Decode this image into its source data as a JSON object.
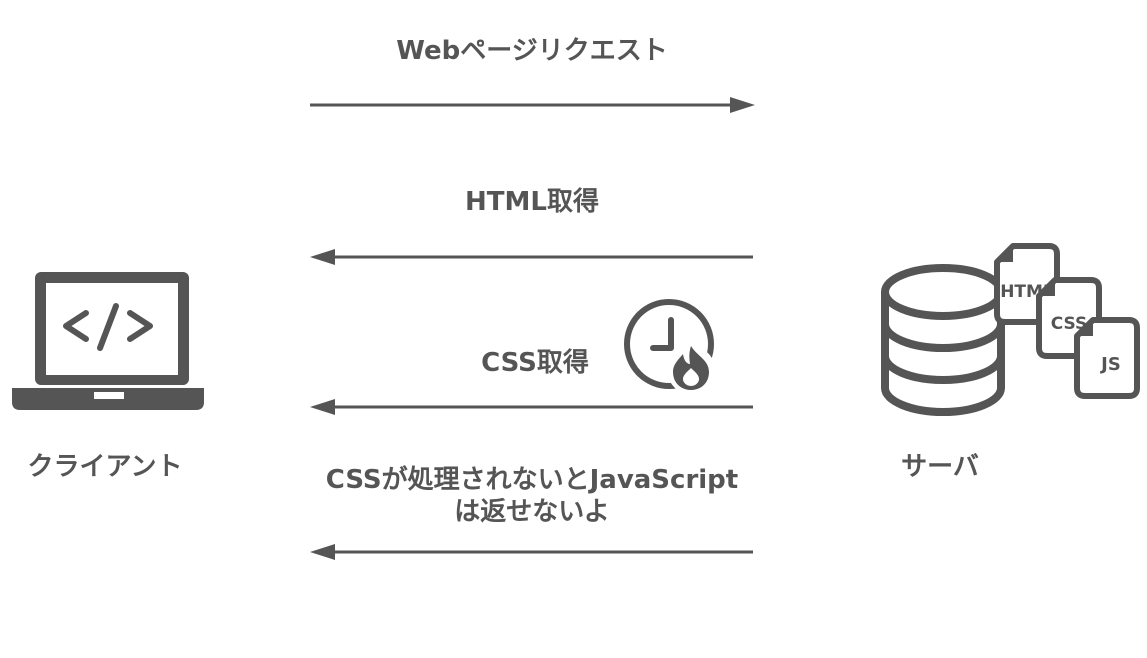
{
  "messages": {
    "request": "Webページリクエスト",
    "html": "HTML取得",
    "css": "CSS取得",
    "blocked_line1": "CSSが処理されないとJavaScript",
    "blocked_line2": "は返せないよ"
  },
  "actors": {
    "client": "クライアント",
    "server": "サーバ"
  },
  "files": {
    "html": "HTML",
    "css": "CSS",
    "js": "JS"
  },
  "icons": {
    "client": "laptop-code-icon",
    "server": "database-icon",
    "timer": "clock-fire-icon"
  },
  "colors": {
    "ink": "#555555"
  }
}
